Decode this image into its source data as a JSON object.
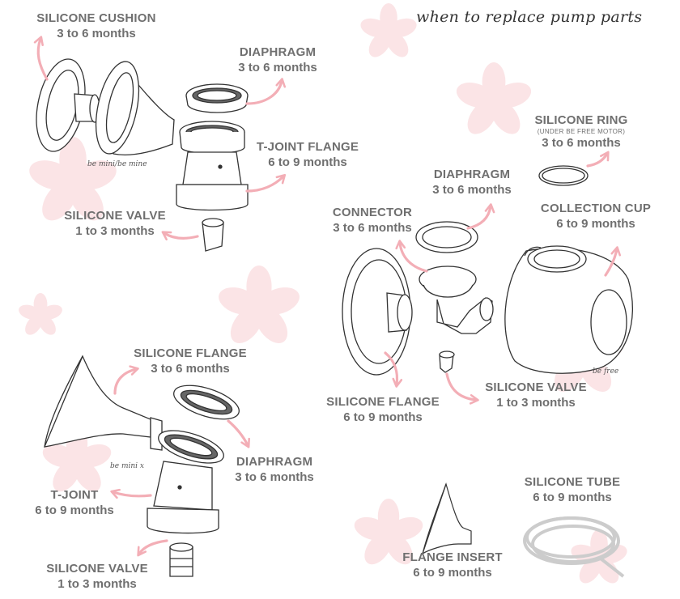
{
  "title": "when to replace pump parts",
  "colors": {
    "arrow": "#f3aeb6",
    "blossom": "#fbe4e6",
    "label": "#6f6f6f",
    "line": "#333333"
  },
  "models": {
    "top_left": "be mini/be mine",
    "bottom_left": "be mini x",
    "right": "be free"
  },
  "parts": {
    "silicone_cushion": {
      "name": "SILICONE CUSHION",
      "duration": "3 to 6 months"
    },
    "diaphragm_top": {
      "name": "DIAPHRAGM",
      "duration": "3 to 6 months"
    },
    "t_joint_flange": {
      "name": "T-JOINT FLANGE",
      "duration": "6 to 9 months"
    },
    "silicone_valve_top": {
      "name": "SILICONE VALVE",
      "duration": "1 to 3 months"
    },
    "silicone_ring": {
      "name": "SILICONE RING",
      "note": "(UNDER BE FREE MOTOR)",
      "duration": "3 to 6 months"
    },
    "diaphragm_right": {
      "name": "DIAPHRAGM",
      "duration": "3 to 6 months"
    },
    "connector": {
      "name": "CONNECTOR",
      "duration": "3 to 6 months"
    },
    "collection_cup": {
      "name": "COLLECTION CUP",
      "duration": "6 to 9 months"
    },
    "silicone_flange_left": {
      "name": "SILICONE FLANGE",
      "duration": "3 to 6 months"
    },
    "silicone_valve_right": {
      "name": "SILICONE VALVE",
      "duration": "1 to 3 months"
    },
    "silicone_flange_right": {
      "name": "SILICONE FLANGE",
      "duration": "6 to 9 months"
    },
    "diaphragm_bottom": {
      "name": "DIAPHRAGM",
      "duration": "3 to 6 months"
    },
    "t_joint": {
      "name": "T-JOINT",
      "duration": "6 to 9 months"
    },
    "silicone_tube": {
      "name": "SILICONE TUBE",
      "duration": "6 to 9 months"
    },
    "flange_insert": {
      "name": "FLANGE INSERT",
      "duration": "6 to 9 months"
    },
    "silicone_valve_bottom": {
      "name": "SILICONE VALVE",
      "duration": "1 to 3 months"
    }
  }
}
